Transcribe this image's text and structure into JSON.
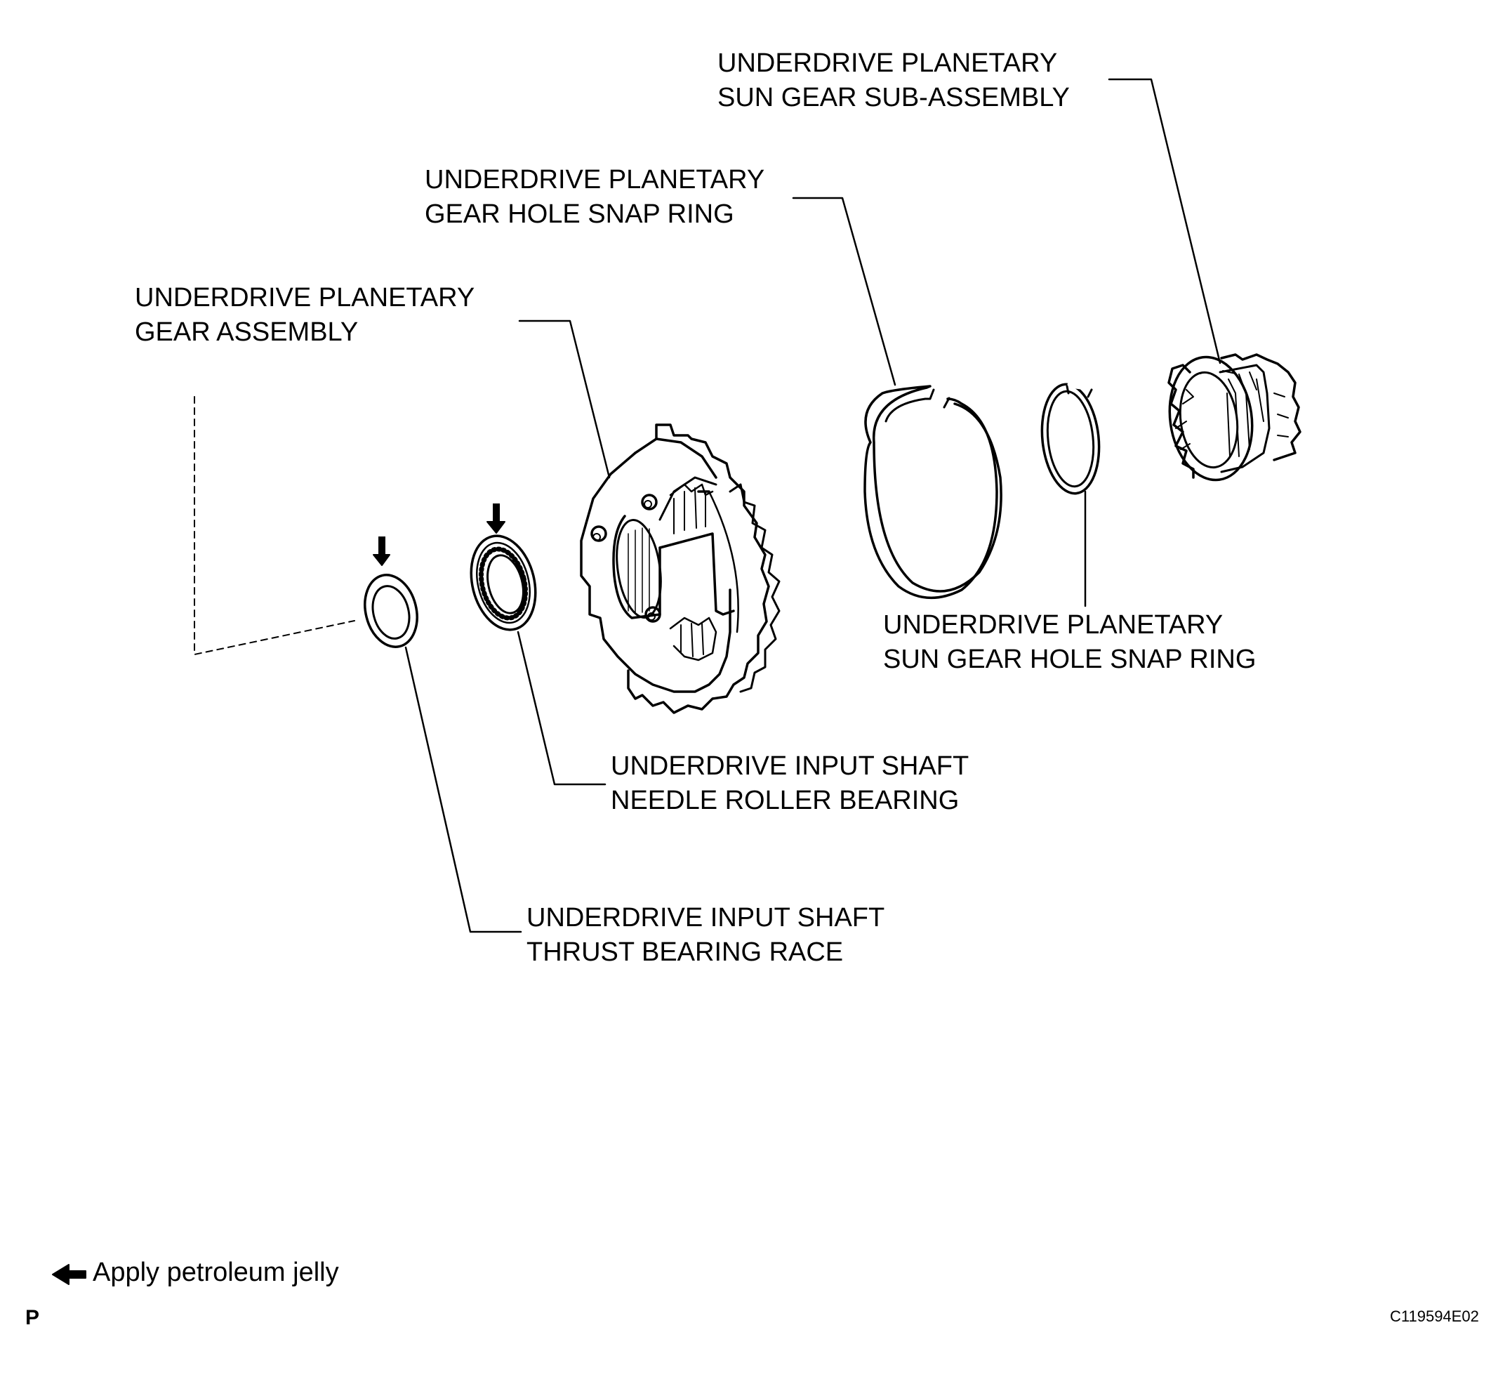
{
  "labels": {
    "sun_gear_sub": {
      "line1": "UNDERDRIVE PLANETARY",
      "line2": "SUN GEAR SUB-ASSEMBLY"
    },
    "gear_hole_snap_ring": {
      "line1": "UNDERDRIVE PLANETARY",
      "line2": "GEAR HOLE SNAP RING"
    },
    "gear_assembly": {
      "line1": "UNDERDRIVE PLANETARY",
      "line2": "GEAR ASSEMBLY"
    },
    "sun_gear_hole_snap_ring": {
      "line1": "UNDERDRIVE PLANETARY",
      "line2": "SUN GEAR HOLE SNAP RING"
    },
    "needle_roller_bearing": {
      "line1": "UNDERDRIVE INPUT SHAFT",
      "line2": "NEEDLE ROLLER BEARING"
    },
    "thrust_bearing_race": {
      "line1": "UNDERDRIVE INPUT SHAFT",
      "line2": "THRUST BEARING RACE"
    }
  },
  "legend": {
    "text": "Apply petroleum jelly",
    "icon": "arrow-left-icon"
  },
  "footer": {
    "left_mark": "P",
    "figure_code": "C119594E02"
  },
  "colors": {
    "ink": "#000000",
    "paper": "#ffffff"
  }
}
